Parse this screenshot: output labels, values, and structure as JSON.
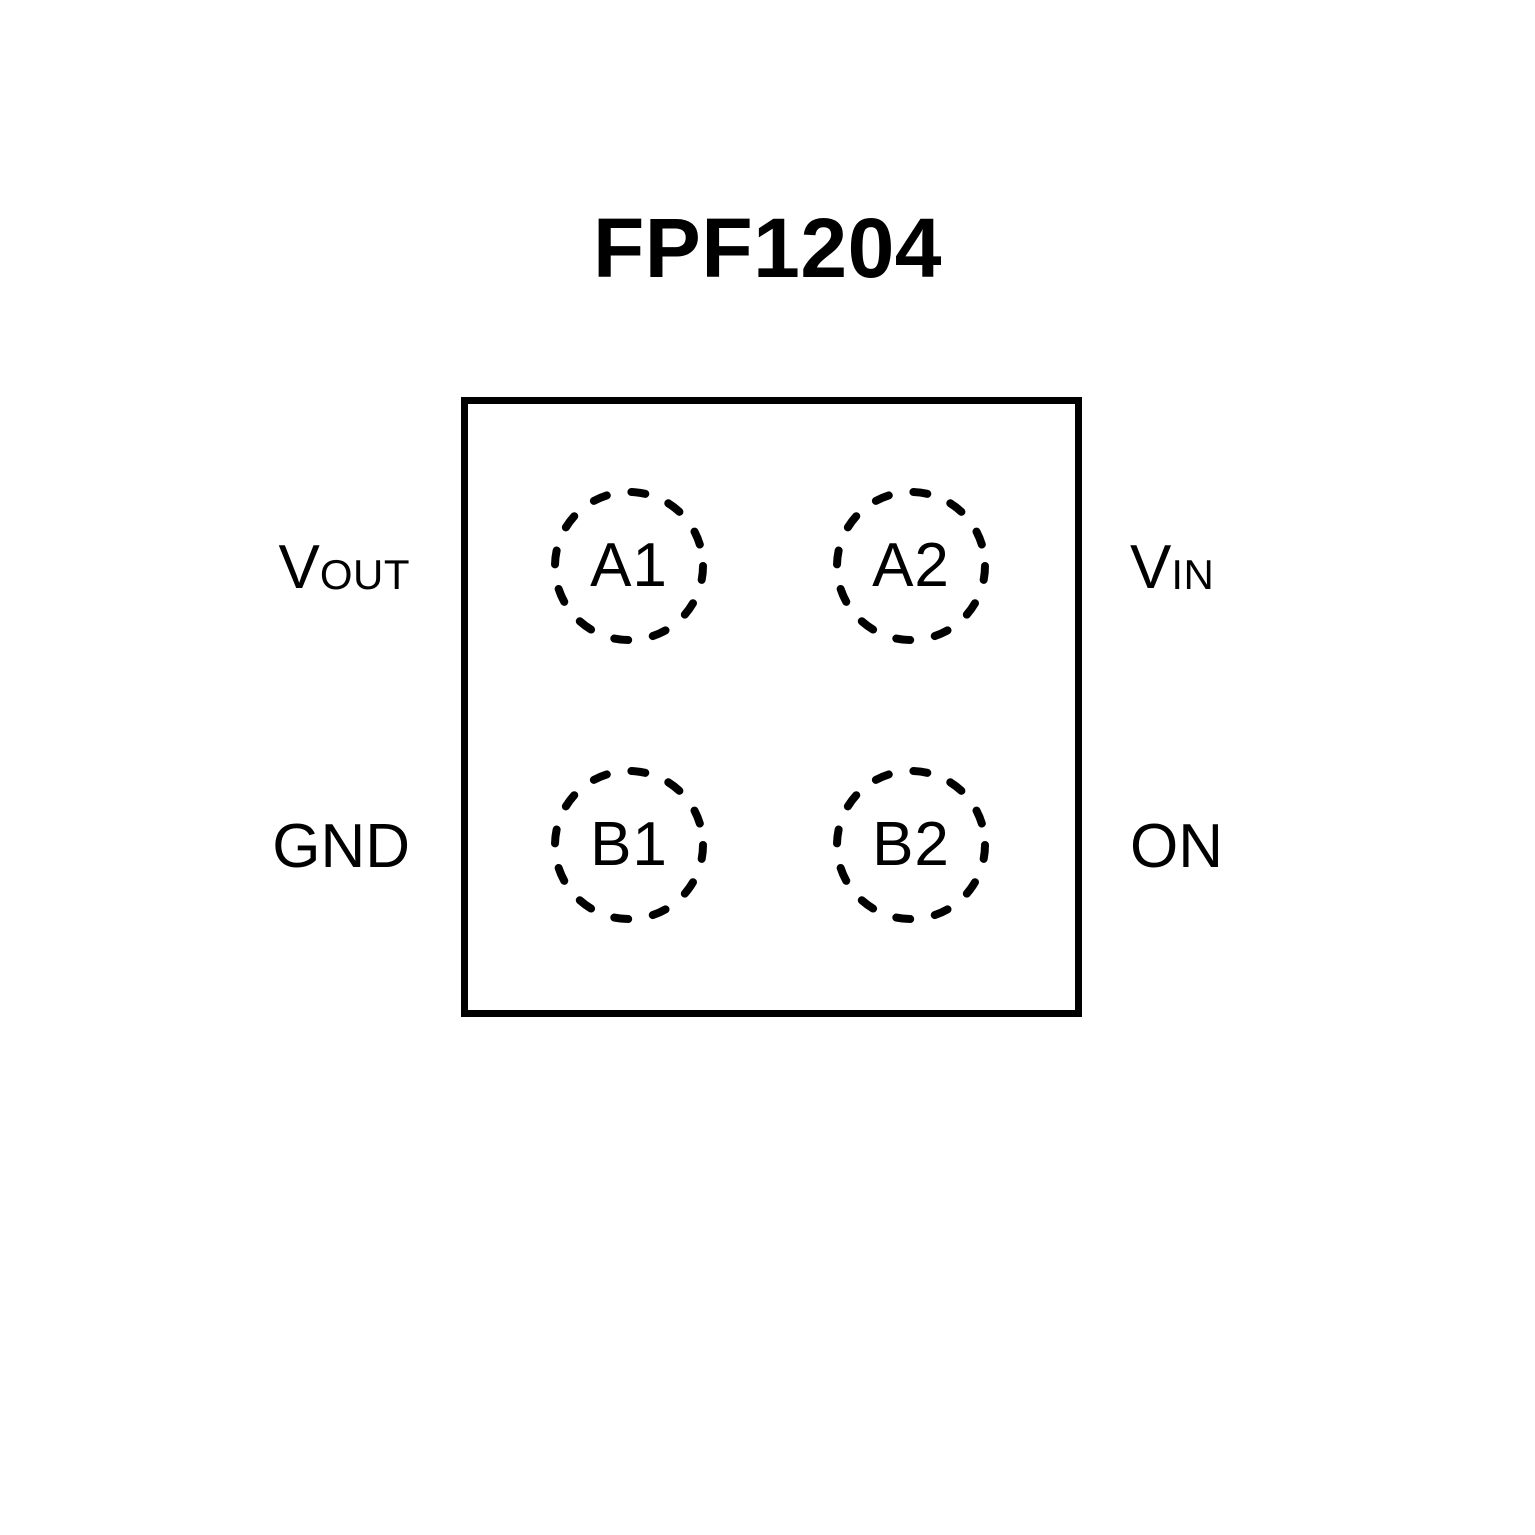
{
  "diagram": {
    "title": "FPF1204",
    "type": "package-pinout",
    "package": {
      "outline_shape": "square",
      "outline_color": "#000000",
      "fill_color": "#ffffff"
    },
    "balls": [
      {
        "id": "A1",
        "label": "A1",
        "row": "A",
        "column": "1",
        "position": "top-left",
        "signal": "VOUT"
      },
      {
        "id": "A2",
        "label": "A2",
        "row": "A",
        "column": "2",
        "position": "top-right",
        "signal": "VIN"
      },
      {
        "id": "B1",
        "label": "B1",
        "row": "B",
        "column": "1",
        "position": "bottom-left",
        "signal": "GND"
      },
      {
        "id": "B2",
        "label": "B2",
        "row": "B",
        "column": "2",
        "position": "bottom-right",
        "signal": "ON"
      }
    ],
    "pins": {
      "left_top": {
        "base": "V",
        "subscript": "OUT",
        "text": "VOUT",
        "ball": "A1"
      },
      "left_bottom": {
        "base": "GND",
        "subscript": "",
        "text": "GND",
        "ball": "B1"
      },
      "right_top": {
        "base": "V",
        "subscript": "IN",
        "text": "VIN",
        "ball": "A2"
      },
      "right_bottom": {
        "base": "ON",
        "subscript": "",
        "text": "ON",
        "ball": "B2"
      }
    },
    "colors": {
      "background": "#ffffff",
      "stroke": "#000000",
      "text": "#000000"
    }
  }
}
